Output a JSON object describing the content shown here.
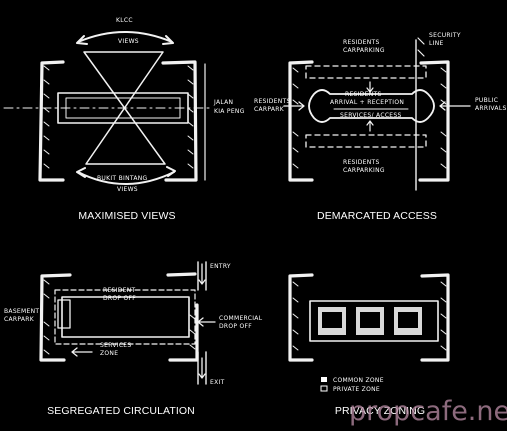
{
  "panels": {
    "views": {
      "caption": "MAXIMISED VIEWS",
      "label_klcc": "KLCC",
      "label_views_top": "VIEWS",
      "label_jalan": "JALAN",
      "label_road": "KIA PENG",
      "label_bukit": "BUKIT BINTANG",
      "label_views_bottom": "VIEWS"
    },
    "access": {
      "caption": "DEMARCATED ACCESS",
      "label_security": "SECURITY",
      "label_line": "LINE",
      "label_res_carpark_top_1": "RESIDENTS",
      "label_res_carpark_top_2": "CARPARKING",
      "label_res_carpark_left_1": "RESIDENTS",
      "label_res_carpark_left_2": "CARPARK",
      "label_arrival_1": "RESIDENTS",
      "label_arrival_2": "ARRIVAL + RECEPTION",
      "label_services": "SERVICES/ ACCESS",
      "label_public_1": "PUBLIC",
      "label_public_2": "ARRIVALS",
      "label_res_carpark_bottom_1": "RESIDENTS",
      "label_res_carpark_bottom_2": "CARPARKING"
    },
    "circulation": {
      "caption": "SEGREGATED CIRCULATION",
      "label_entry": "ENTRY",
      "label_dropoff_1": "RESIDENT",
      "label_dropoff_2": "DROP OFF",
      "label_basement_1": "BASEMENT",
      "label_basement_2": "CARPARK",
      "label_commercial_1": "COMMERCIAL",
      "label_commercial_2": "DROP OFF",
      "label_services_1": "SERVICES",
      "label_services_2": "ZONE",
      "label_exit": "EXIT"
    },
    "privacy": {
      "caption": "PRIVACY ZONING",
      "legend_common": "COMMON ZONE",
      "legend_private": "PRIVATE ZONE"
    }
  },
  "watermark": "propcafe.net",
  "colors": {
    "background": "#000000",
    "ink": "#f2f2f2",
    "watermark": "#b488a0"
  }
}
